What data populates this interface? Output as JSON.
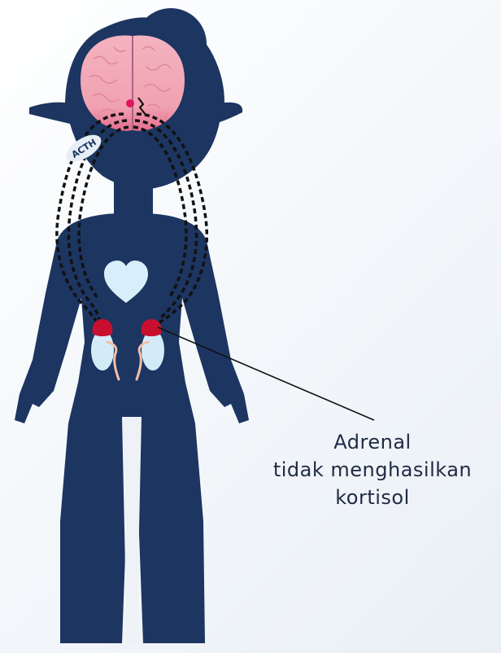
{
  "diagram": {
    "hormone_tag": "ACTH",
    "callout": {
      "line1": "Adrenal",
      "line2": "tidak menghasilkan",
      "line3": "kortisol"
    }
  },
  "colors": {
    "body": "#1c3561",
    "brain": "#f2a6b4",
    "pituitary": "#e2145f",
    "heart": "#d8eefa",
    "kidney": "#d3ebf7",
    "adrenal": "#c8102e",
    "ureter": "#f2c0a8",
    "signal": "#111111"
  },
  "icons": [
    "brain-icon",
    "pituitary-dot-icon",
    "lightning-icon",
    "heart-icon",
    "kidney-icon",
    "adrenal-gland-icon"
  ]
}
